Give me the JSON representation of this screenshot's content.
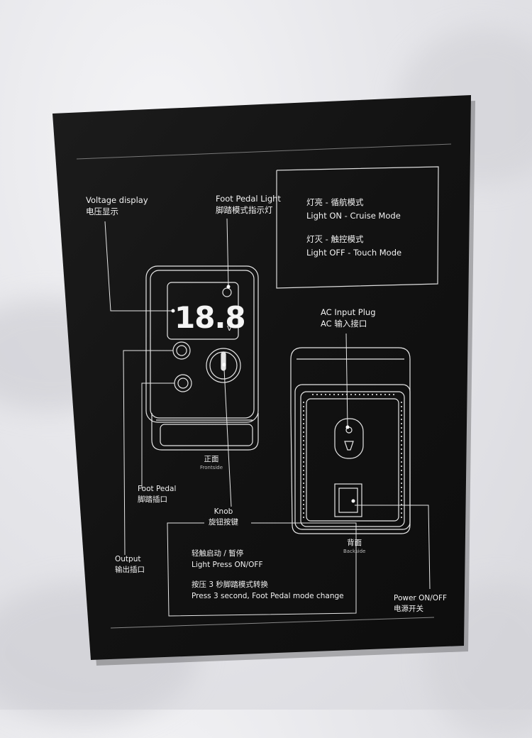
{
  "voltage_display": {
    "en": "Voltage display",
    "zh": "电压显示"
  },
  "foot_pedal_light": {
    "en": "Foot Pedal Light",
    "zh": "脚踏模式指示灯"
  },
  "mode_box": {
    "line1_zh": "灯亮 - 循航模式",
    "line1_en": "Light ON - Cruise Mode",
    "line2_zh": "灯灭 - 触控模式",
    "line2_en": "Light OFF - Touch Mode"
  },
  "display_value": "18.8",
  "display_unit": "V",
  "front_side": {
    "zh": "正面",
    "en": "Frontside"
  },
  "back_side": {
    "zh": "背面",
    "en": "Backside"
  },
  "ac_input": {
    "en": "AC Input Plug",
    "zh": "AC 输入接口"
  },
  "foot_pedal": {
    "en": "Foot Pedal",
    "zh": "脚踏插口"
  },
  "knob": {
    "en": "Knob",
    "zh": "旋钮按键"
  },
  "output": {
    "en": "Output",
    "zh": "输出插口"
  },
  "knob_box": {
    "line1_zh": "轻触启动 / 暂停",
    "line1_en": "Light Press ON/OFF",
    "line2_zh": "按压 3 秒脚踏模式转换",
    "line2_en": "Press 3 second, Foot Pedal mode change"
  },
  "power": {
    "en": "Power ON/OFF",
    "zh": "电源开关"
  },
  "colors": {
    "card": "#141414",
    "line": "#e8e8e8",
    "fabric": "#e4e4e8"
  }
}
